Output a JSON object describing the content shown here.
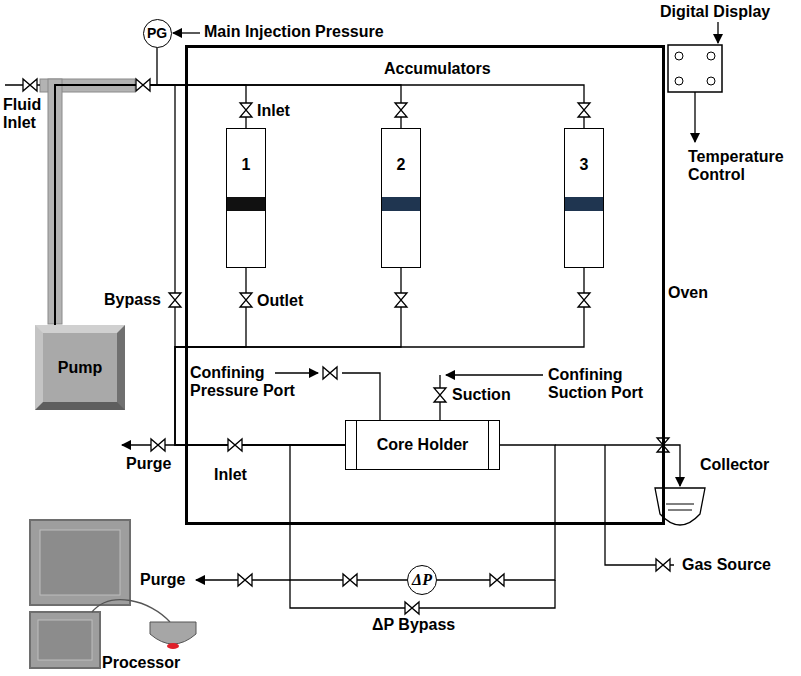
{
  "diagram": {
    "nodes": [
      {
        "text": [
          "PG"
        ]
      },
      {
        "text": [
          "Oven"
        ]
      },
      {
        "text": [
          "1"
        ],
        "in": 1
      },
      {
        "text": [
          "2"
        ],
        "in": 1
      },
      {
        "text": [
          "3"
        ],
        "in": 1
      },
      {
        "text": [
          "Pump"
        ]
      },
      {
        "text": [
          "Core Holder"
        ],
        "in": 1
      },
      {
        "text": [
          "ΔP"
        ]
      }
    ],
    "edges": [
      {
        "from": 5,
        "to": 0,
        "arrow": "none"
      },
      {
        "from": 5,
        "to": 2,
        "arrow": "none"
      },
      {
        "from": 5,
        "to": 3,
        "arrow": "none"
      },
      {
        "from": 5,
        "to": 4,
        "arrow": "none"
      },
      {
        "from": 2,
        "to": 6,
        "arrow": "none"
      },
      {
        "from": 3,
        "to": 6,
        "arrow": "none"
      },
      {
        "from": 4,
        "to": 6,
        "arrow": "none"
      },
      {
        "from": 6,
        "to": 7,
        "arrow": "none"
      },
      {
        "from": 6,
        "to": 7,
        "arrow": "none"
      }
    ],
    "labels": [
      "Main Injection Pressure",
      "Digital Display",
      "Fluid Inlet",
      "Accumulators",
      "Inlet",
      "Temperature Control",
      "Bypass",
      "Outlet",
      "Confining Pressure Port",
      "Suction",
      "Confining Suction Port",
      "Purge",
      "Inlet",
      "Collector",
      "Gas Source",
      "Purge",
      "ΔP Bypass",
      "Processor"
    ]
  }
}
